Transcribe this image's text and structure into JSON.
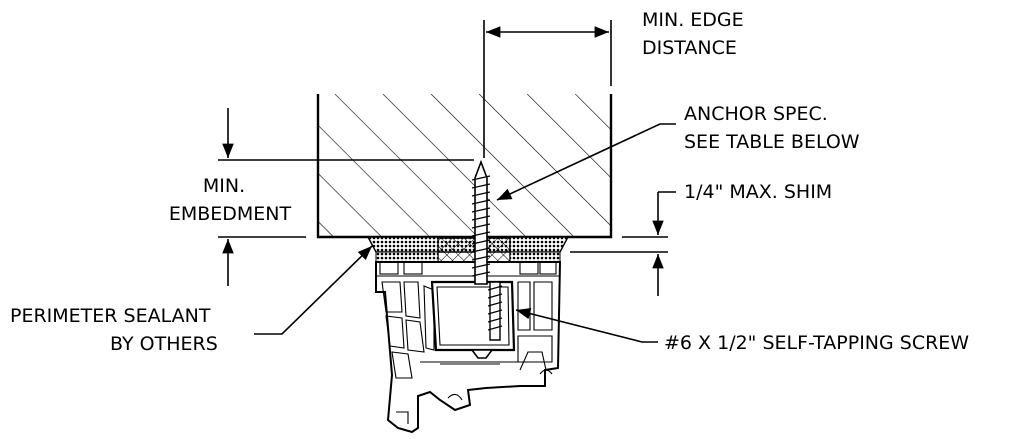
{
  "labels": {
    "edge_line1": "MIN. EDGE",
    "edge_line2": "DISTANCE",
    "anchor_line1": "ANCHOR SPEC.",
    "anchor_line2": "SEE TABLE BELOW",
    "embed_line1": "MIN.",
    "embed_line2": "EMBEDMENT",
    "shim": "1/4\" MAX. SHIM",
    "sealant_line1": "PERIMETER SEALANT",
    "sealant_line2": "BY OTHERS",
    "screw": "#6 X 1/2\" SELF-TAPPING SCREW"
  },
  "colors": {
    "ink": "#000000",
    "background": "#ffffff",
    "frame_fill": "#ffffff"
  }
}
